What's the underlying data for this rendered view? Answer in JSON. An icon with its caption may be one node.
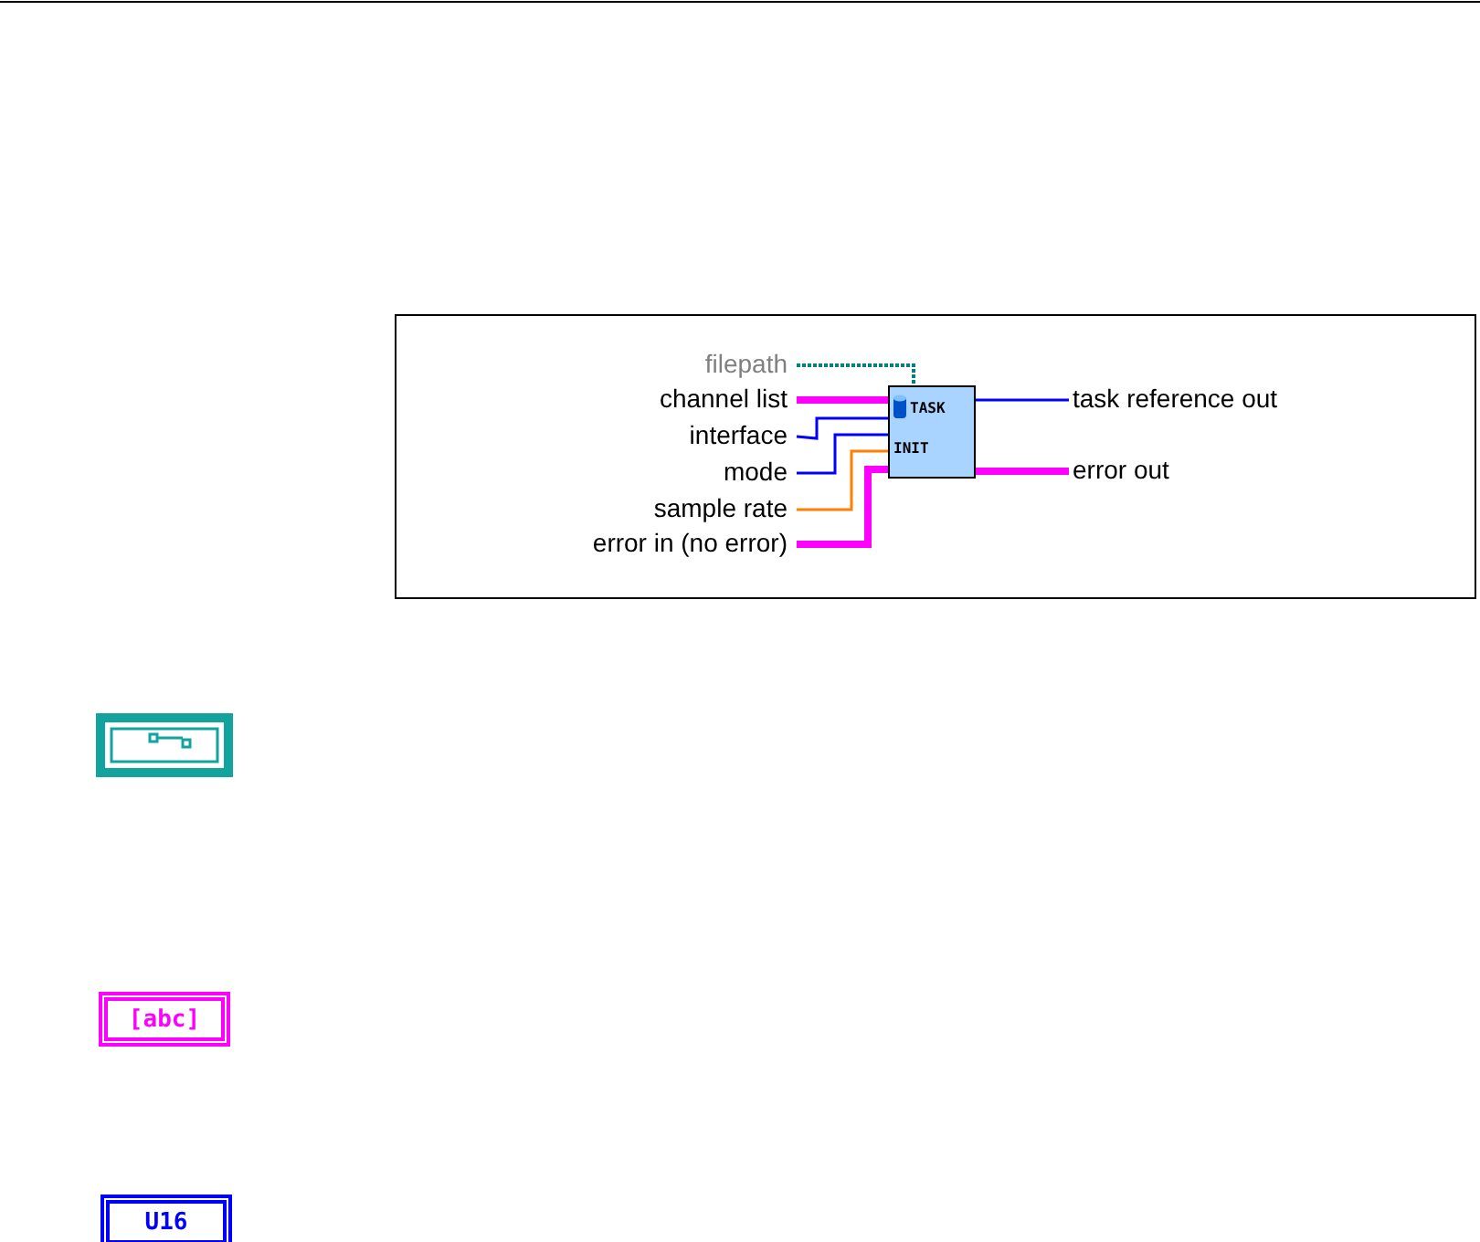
{
  "diagram": {
    "nodes": [
      {
        "text": [
          "TASK",
          "INIT"
        ]
      },
      {
        "text": [
          "filepath"
        ]
      },
      {
        "text": [
          "channel list"
        ]
      },
      {
        "text": [
          "interface"
        ]
      },
      {
        "text": [
          "mode"
        ]
      },
      {
        "text": [
          "sample rate"
        ]
      },
      {
        "text": [
          "error in (no error)"
        ]
      },
      {
        "text": [
          "task reference out"
        ]
      },
      {
        "text": [
          "error out"
        ]
      }
    ],
    "edges": [
      {
        "from": 1,
        "to": 0,
        "arrow": "none",
        "style": "dashed",
        "color": "#008080"
      },
      {
        "from": 2,
        "to": 0,
        "arrow": "none",
        "style": "thick",
        "color": "#ff00ff"
      },
      {
        "from": 3,
        "to": 0,
        "arrow": "none",
        "color": "#0000ff"
      },
      {
        "from": 4,
        "to": 0,
        "arrow": "none",
        "color": "#0000ff"
      },
      {
        "from": 5,
        "to": 0,
        "arrow": "none",
        "color": "#ff8000"
      },
      {
        "from": 6,
        "to": 0,
        "arrow": "none",
        "style": "thick",
        "color": "#ff00ff"
      },
      {
        "from": 0,
        "to": 7,
        "arrow": "none",
        "color": "#0000ff"
      },
      {
        "from": 0,
        "to": 8,
        "arrow": "none",
        "style": "thick",
        "color": "#ff00ff"
      }
    ],
    "labels": [
      "[abc]",
      "U16"
    ]
  }
}
